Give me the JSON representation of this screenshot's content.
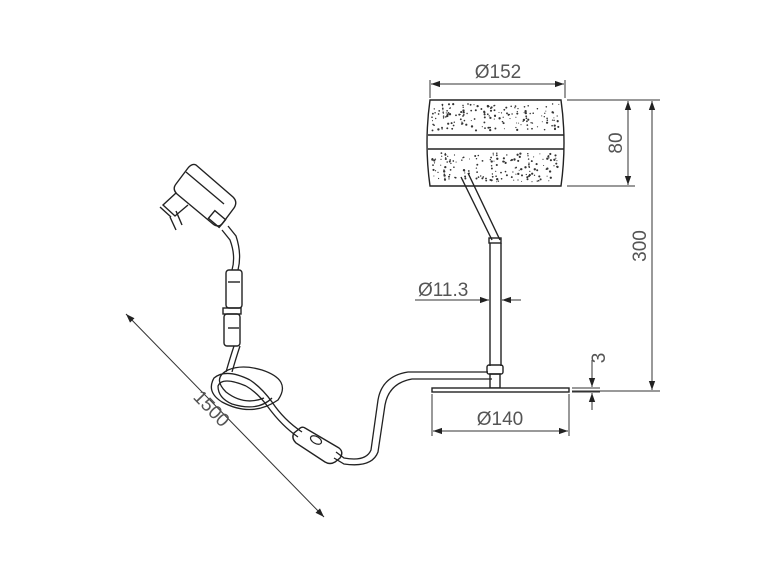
{
  "dimensions": {
    "shade_diameter": "Ø152",
    "shade_height": "80",
    "total_height": "300",
    "stem_diameter": "Ø11.3",
    "base_thickness": "3",
    "base_diameter": "Ø140",
    "cable_length": "1500"
  },
  "colors": {
    "line": "#222222",
    "dimension_text": "#555555",
    "background": "#ffffff"
  },
  "icons": {
    "plug": "power-adapter-icon",
    "switch": "inline-switch-icon"
  }
}
